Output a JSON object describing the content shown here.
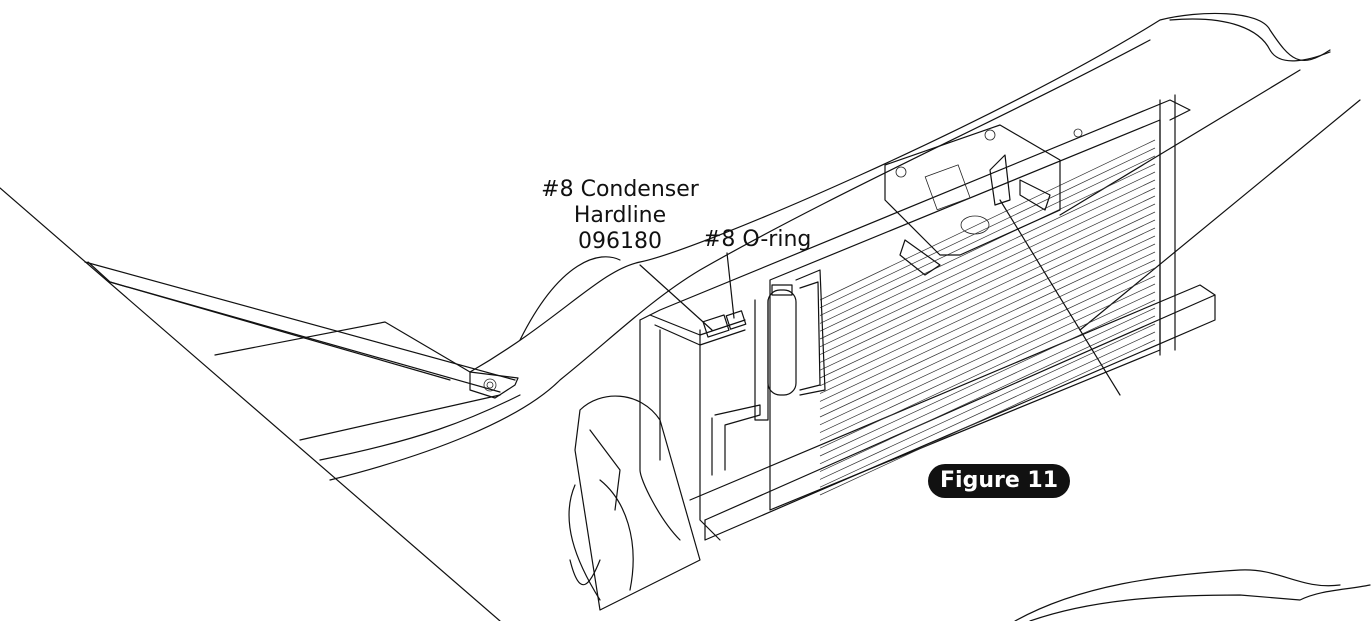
{
  "figure": {
    "label": "Figure 11"
  },
  "callouts": {
    "condenser_hardline": [
      "#8 Condenser",
      "Hardline",
      "096180"
    ],
    "o_ring": "#8 O-ring"
  }
}
